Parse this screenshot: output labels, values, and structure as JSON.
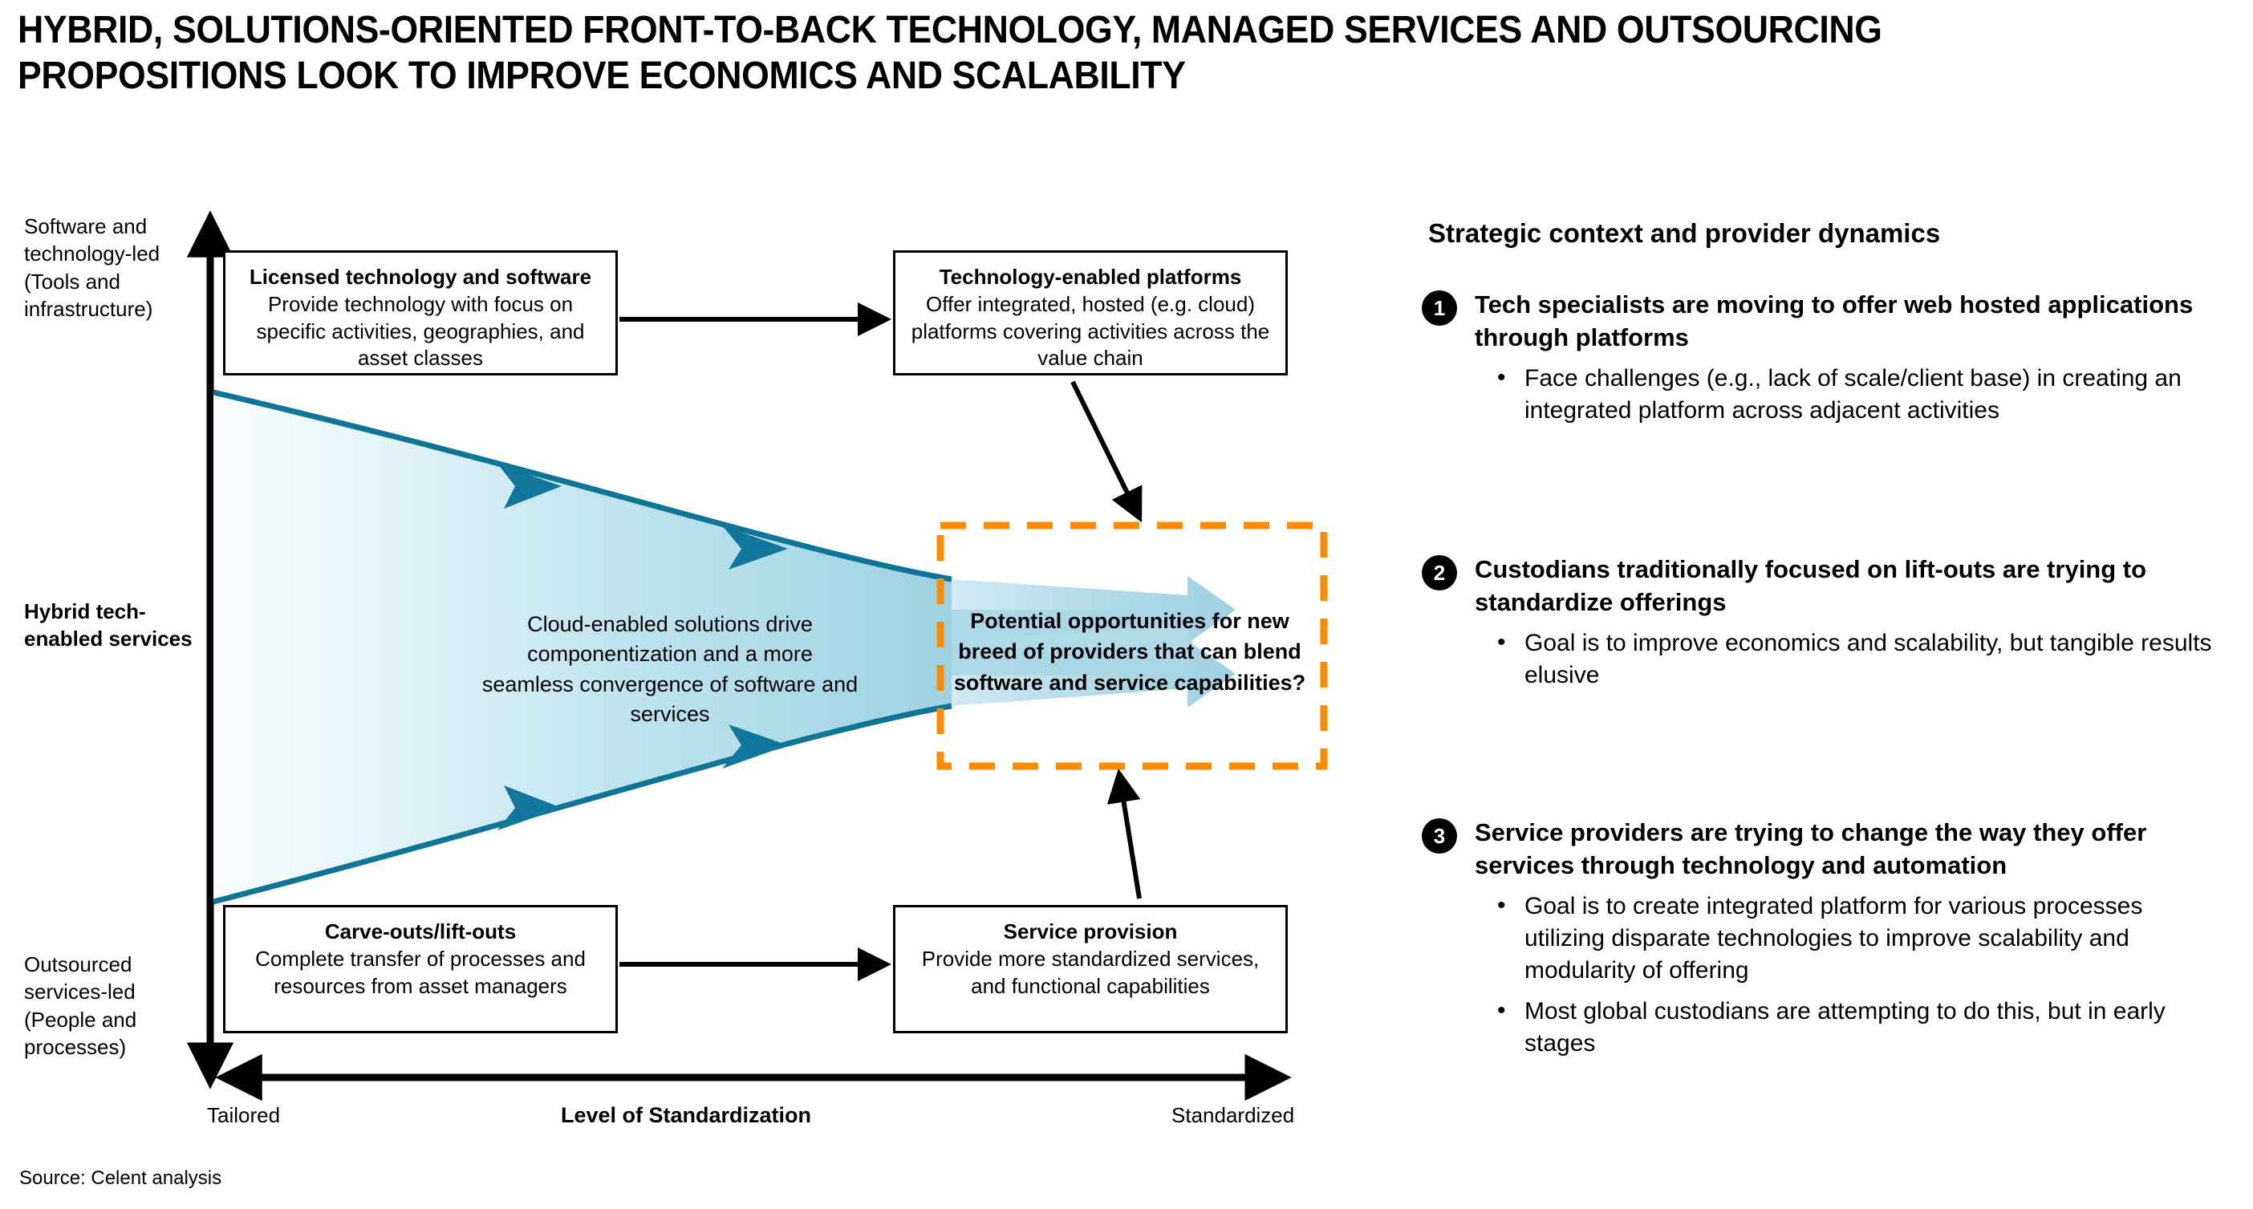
{
  "title": "HYBRID, SOLUTIONS-ORIENTED FRONT-TO-BACK TECHNOLOGY, MANAGED SERVICES AND OUTSOURCING PROPOSITIONS LOOK TO IMPROVE ECONOMICS AND SCALABILITY",
  "colors": {
    "teal_stroke": "#0E7596",
    "funnel_light": "#F2FAFC",
    "funnel_mid": "#B6E1EC",
    "funnel_dark": "#8EC8DC",
    "orange_dashed": "#FF8C00",
    "black": "#000000"
  },
  "diagram": {
    "y_axis": {
      "top_label": "Software and technology-led (Tools and infrastructure)",
      "mid_label": "Hybrid tech-enabled services",
      "bottom_label": "Outsourced services-led (People and processes)"
    },
    "x_axis": {
      "title": "Level of Standardization",
      "left_tick": "Tailored",
      "right_tick": "Standardized"
    },
    "boxes": [
      {
        "key": "licensed",
        "title": "Licensed technology and software",
        "body": "Provide technology with focus on specific activities, geographies, and asset classes"
      },
      {
        "key": "platforms",
        "title": "Technology-enabled platforms",
        "body": "Offer integrated, hosted (e.g. cloud) platforms covering activities across the value chain"
      },
      {
        "key": "carveouts",
        "title": "Carve-outs/lift-outs",
        "body": "Complete transfer of processes and resources from asset managers"
      },
      {
        "key": "service",
        "title": "Service provision",
        "body": "Provide more standardized services, and functional capabilities"
      }
    ],
    "funnel_text": "Cloud-enabled solutions drive componentization and a more seamless convergence of software and services",
    "opportunity_text": "Potential opportunities for new breed of providers that can blend software and service capabilities?"
  },
  "right_panel": {
    "heading": "Strategic context and provider dynamics",
    "points": [
      {
        "number": "1",
        "title": "Tech specialists are moving to offer web hosted applications through platforms",
        "bullets": [
          "Face challenges (e.g., lack of scale/client base) in creating an integrated platform across adjacent activities"
        ]
      },
      {
        "number": "2",
        "title": "Custodians traditionally focused on lift-outs are trying to standardize offerings",
        "bullets": [
          "Goal is to improve economics and scalability, but tangible results elusive"
        ]
      },
      {
        "number": "3",
        "title": "Service providers are trying to change the way they offer services through technology and automation",
        "bullets": [
          "Goal is to create integrated platform for various processes utilizing disparate technologies to improve scalability and modularity of offering",
          "Most global custodians are attempting to do this, but in early stages"
        ]
      }
    ]
  },
  "source": "Source: Celent analysis",
  "bullet_glyph": "•"
}
